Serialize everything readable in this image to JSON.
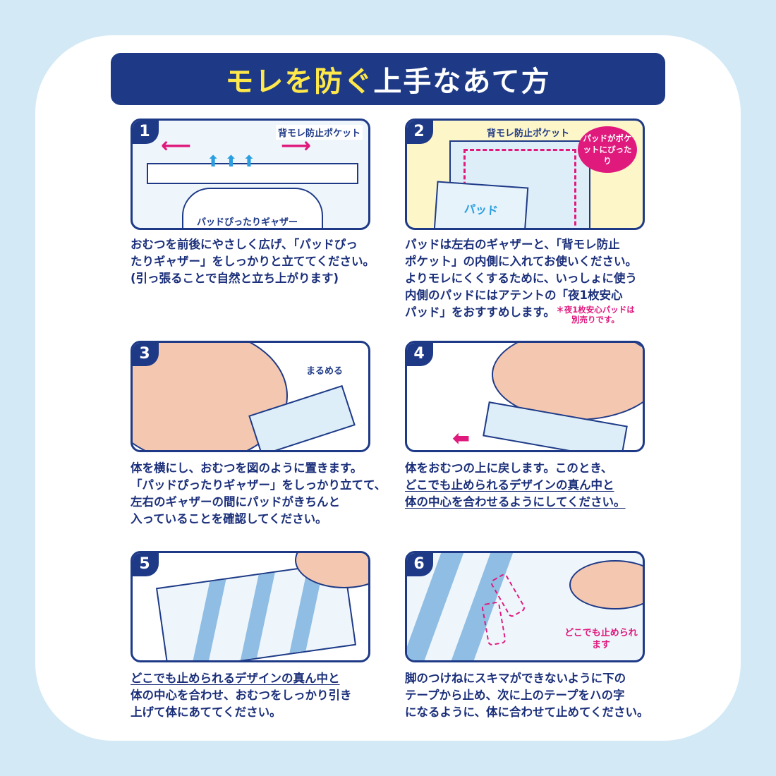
{
  "title": {
    "highlight": "モレを防ぐ",
    "rest": "上手なあて方"
  },
  "colors": {
    "navy": "#1e3a87",
    "accent_pink": "#e0197d",
    "title_yellow": "#ffe94a",
    "background": "#d3e9f6"
  },
  "steps": [
    {
      "number": "1",
      "labels": [
        "背モレ防止ポケット",
        "パッドぴったりギャザー"
      ],
      "lines": [
        "おむつを前後にやさしく広げ､「パッドぴっ",
        "たりギャザー」をしっかりと立ててください。",
        "(引っ張ることで自然と立ち上がります)"
      ]
    },
    {
      "number": "2",
      "labels": [
        "背モレ防止ポケット",
        "パッドがポケットにぴったり",
        "パッド"
      ],
      "lines": [
        "パッドは左右のギャザーと、「背モレ防止",
        "ポケット」の内側に入れてお使いください。",
        "よりモレにくくするために、いっしょに使う",
        "内側のパッドにはアテントの「夜1枚安心",
        "パッド」をおすすめします。"
      ],
      "note": "＊夜1枚安心パッドは別売りです。"
    },
    {
      "number": "3",
      "labels": [
        "まるめる"
      ],
      "lines": [
        "体を横にし、おむつを図のように置きます。",
        "「パッドぴったりギャザー」をしっかり立てて、",
        "左右のギャザーの間にパッドがきちんと",
        "入っていることを確認してください。"
      ]
    },
    {
      "number": "4",
      "labels": [],
      "lines": [
        "体をおむつの上に戻します。このとき、",
        "どこでも止められるデザインの真ん中と",
        "体の中心を合わせるようにしてください。"
      ]
    },
    {
      "number": "5",
      "labels": [],
      "lines": [
        "どこでも止められるデザインの真ん中と",
        "体の中心を合わせ、おむつをしっかり引き",
        "上げて体にあててください。"
      ]
    },
    {
      "number": "6",
      "labels": [
        "どこでも止められます"
      ],
      "lines": [
        "脚のつけねにスキマができないように下の",
        "テープから止め、次に上のテープをハの字",
        "になるように、体に合わせて止めてください。"
      ]
    }
  ]
}
